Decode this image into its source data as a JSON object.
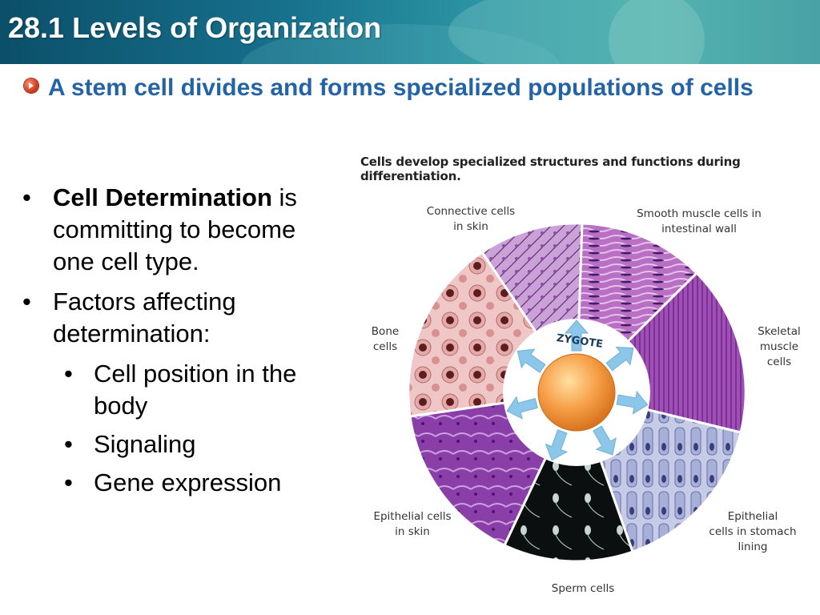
{
  "slide": {
    "title": "28.1 Levels of Organization",
    "subheading": "A stem cell divides and forms specialized populations of cells"
  },
  "bullets": [
    {
      "bold": "Cell Determination",
      "text": " is committing to become one cell type."
    },
    {
      "text": "Factors affecting determination:"
    }
  ],
  "sub_bullets": [
    "Cell position in the body",
    "Signaling",
    "Gene expression"
  ],
  "figure": {
    "title": "Cells develop specialized structures and functions during differentiation.",
    "center_label": "ZYGOTE",
    "labels": {
      "connective": [
        "Connective cells",
        "in skin"
      ],
      "smooth": [
        "Smooth muscle cells in",
        "intestinal wall"
      ],
      "bone": [
        "Bone",
        "cells"
      ],
      "skeletal": [
        "Skeletal",
        "muscle",
        "cells"
      ],
      "epithelial_skin": [
        "Epithelial cells",
        "in skin"
      ],
      "epithelial_stomach": [
        "Epithelial",
        "cells in stomach",
        "lining"
      ],
      "sperm": [
        "Sperm cells"
      ]
    }
  },
  "colors": {
    "accent": "#2463a6",
    "title_bar": "#17718d"
  }
}
